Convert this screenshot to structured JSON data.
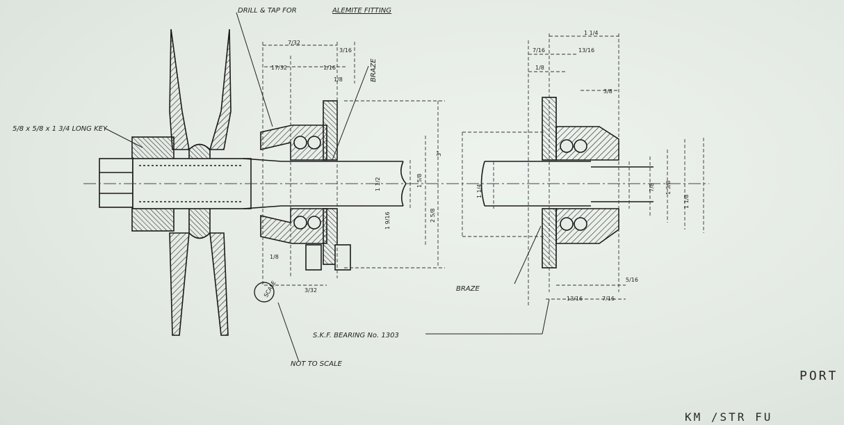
{
  "notes": {
    "drill_tap": "DRILL & TAP FOR",
    "alemite": "ALEMITE FITTING",
    "key": "5/8 x 5/8 x 1 3/4 LONG KEY",
    "braze_top": "BRAZE",
    "braze_bottom": "BRAZE",
    "bearing": "S.K.F. BEARING No. 1303",
    "not_to_scale": "NOT TO SCALE",
    "circle_tag": "SCALE"
  },
  "dimensions": {
    "top_7_32": "7/32",
    "top_3_16": "3/16",
    "top_17_32": "17/32",
    "top_1_16": "1/16",
    "top_1_8": "1/8",
    "right_1_1_4": "1 1/4",
    "right_7_16": "7/16",
    "right_1_8": "1/8",
    "right_13_16": "13/16",
    "right_3_8": "3/8",
    "dia_3": "3\"",
    "dia_2_5_8": "2 5/8",
    "dia_1_5_8": "1 5/8",
    "dia_1_9_16": "1 9/16",
    "dia_1_1_2": "1 1/2",
    "dia_1_1_4": "1 1/4",
    "dia_1_3_8": "1 3/8",
    "dia_1_1_8": "1 1/8",
    "dia_7_8": "7/8",
    "bottom_3_32": "3/32",
    "bottom_1_8": "1/8",
    "bottom_13_16": "13/16",
    "bottom_7_16": "7/16",
    "bottom_5_16": "5/16"
  },
  "corner": {
    "line1": "PORT",
    "line2": "KM  /STR   FU"
  }
}
